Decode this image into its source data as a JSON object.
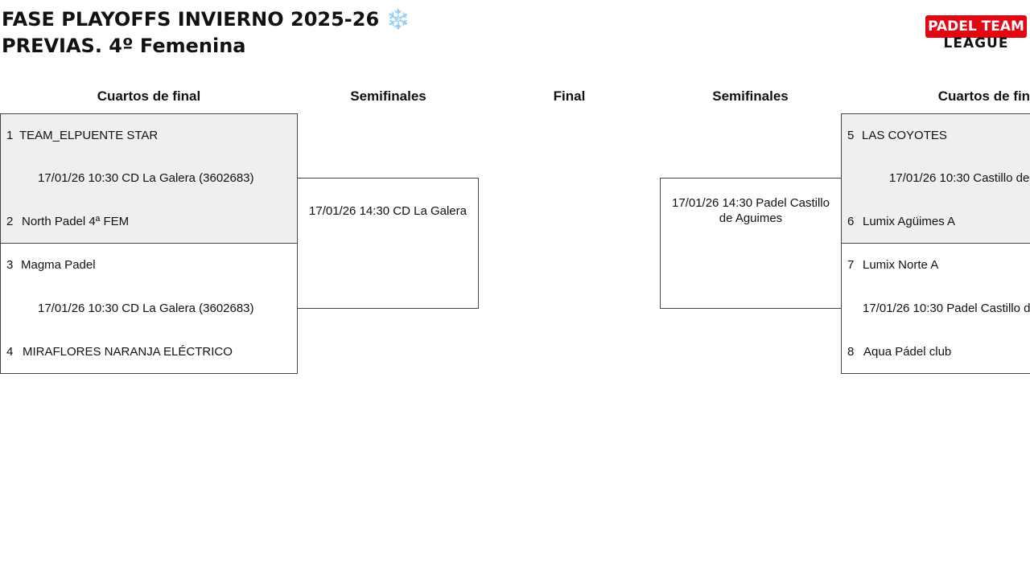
{
  "header": {
    "title_line1": "FASE PLAYOFFS INVIERNO 2025-26 ❄️",
    "title_line2": "PREVIAS. 4º Femenina",
    "logo_top": "PADEL TEAM",
    "logo_bottom": "LEAGUE",
    "logo_color": "#e30613"
  },
  "rounds": {
    "left_quarters": "Cuartos de final",
    "left_semis": "Semifinales",
    "final": "Final",
    "right_semis": "Semifinales",
    "right_quarters": "Cuartos de final"
  },
  "left_bracket": {
    "match1": {
      "team1": {
        "seed": "1",
        "name": "TEAM_ELPUENTE STAR"
      },
      "info": "17/01/26 10:30 CD La Galera (3602683)",
      "team2": {
        "seed": "2",
        "name": "North Padel 4ª FEM"
      }
    },
    "match2": {
      "team1": {
        "seed": "3",
        "name": "Magma Padel"
      },
      "info": "17/01/26 10:30 CD La Galera (3602683)",
      "team2": {
        "seed": "4",
        "name": "MIRAFLORES NARANJA ELÉCTRICO"
      }
    },
    "semi": {
      "info": "17/01/26 14:30 CD La Galera"
    }
  },
  "right_bracket": {
    "semi": {
      "info": "17/01/26 14:30 Padel Castillo de Aguimes"
    },
    "match1": {
      "team1": {
        "seed": "5",
        "name": "LAS COYOTES"
      },
      "info": "17/01/26 10:30 Castillo de",
      "team2": {
        "seed": "6",
        "name": "Lumix Agüimes A"
      }
    },
    "match2": {
      "team1": {
        "seed": "7",
        "name": "Lumix Norte A"
      },
      "info": "17/01/26 10:30 Padel Castillo d",
      "team2": {
        "seed": "8",
        "name": "Aqua Pádel club"
      }
    }
  },
  "colors": {
    "shaded_match": "#efefef",
    "border": "#444444"
  }
}
